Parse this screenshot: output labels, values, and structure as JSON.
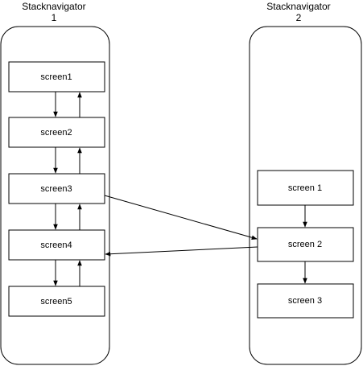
{
  "stack1": {
    "title_line1": "Stacknavigator",
    "title_line2": "1",
    "screens": [
      "screen1",
      "screen2",
      "screen3",
      "screen4",
      "screen5"
    ]
  },
  "stack2": {
    "title_line1": "Stacknavigator",
    "title_line2": "2",
    "screens": [
      "screen 1",
      "screen 2",
      "screen 3"
    ]
  },
  "colors": {
    "stroke": "#000000",
    "fill": "#ffffff"
  }
}
